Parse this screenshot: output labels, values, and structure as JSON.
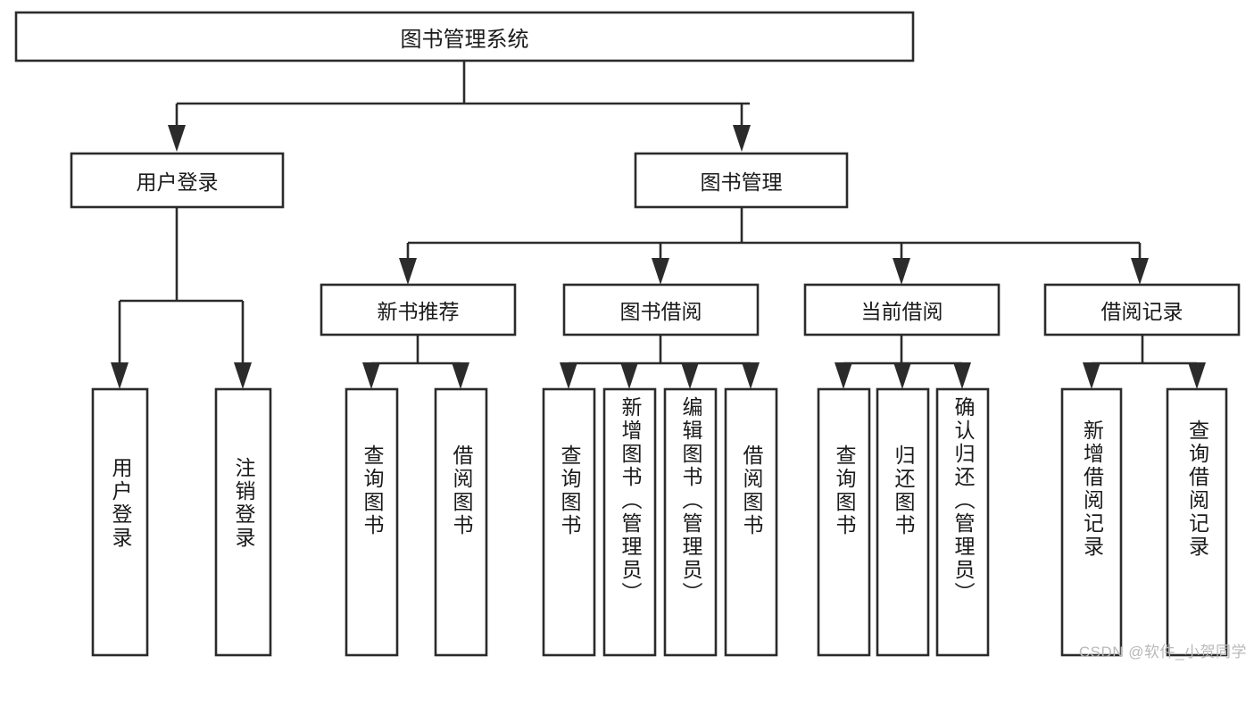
{
  "diagram": {
    "type": "tree",
    "title": "图书管理系统",
    "watermark": "CSDN @软件_小贺同学",
    "levels": {
      "level1": {
        "label": "图书管理系统"
      },
      "level2": [
        {
          "label": "用户登录"
        },
        {
          "label": "图书管理"
        }
      ],
      "level3": [
        {
          "label": "新书推荐"
        },
        {
          "label": "图书借阅"
        },
        {
          "label": "当前借阅"
        },
        {
          "label": "借阅记录"
        }
      ],
      "level4": [
        {
          "label": "用户登录"
        },
        {
          "label": "注销登录"
        },
        {
          "label": "查询图书"
        },
        {
          "label": "借阅图书"
        },
        {
          "label": "查询图书"
        },
        {
          "label": "新增图书（管理员）"
        },
        {
          "label": "编辑图书（管理员）"
        },
        {
          "label": "借阅图书"
        },
        {
          "label": "查询图书"
        },
        {
          "label": "归还图书"
        },
        {
          "label": "确认归还（管理员）"
        },
        {
          "label": "新增借阅记录"
        },
        {
          "label": "查询借阅记录"
        }
      ]
    },
    "nodes": {
      "root": "图书管理系统",
      "user_login": "用户登录",
      "book_manage": "图书管理",
      "new_book_rec": "新书推荐",
      "book_borrow": "图书借阅",
      "current_borrow": "当前借阅",
      "borrow_record": "借阅记录",
      "leaf_user_login": "用户登录",
      "leaf_logout": "注销登录",
      "leaf_query_book_a": "查询图书",
      "leaf_borrow_book_a": "借阅图书",
      "leaf_query_book_b": "查询图书",
      "leaf_add_book": "新增图书（管理员）",
      "leaf_edit_book": "编辑图书（管理员）",
      "leaf_borrow_book_b": "借阅图书",
      "leaf_query_book_c": "查询图书",
      "leaf_return_book": "归还图书",
      "leaf_confirm_return": "确认归还（管理员）",
      "leaf_add_record": "新增借阅记录",
      "leaf_query_record": "查询借阅记录"
    },
    "colors": {
      "stroke": "#2b2b2b",
      "fill": "#ffffff",
      "text": "#1a1a1a",
      "watermark": "#b9b9b9"
    }
  }
}
